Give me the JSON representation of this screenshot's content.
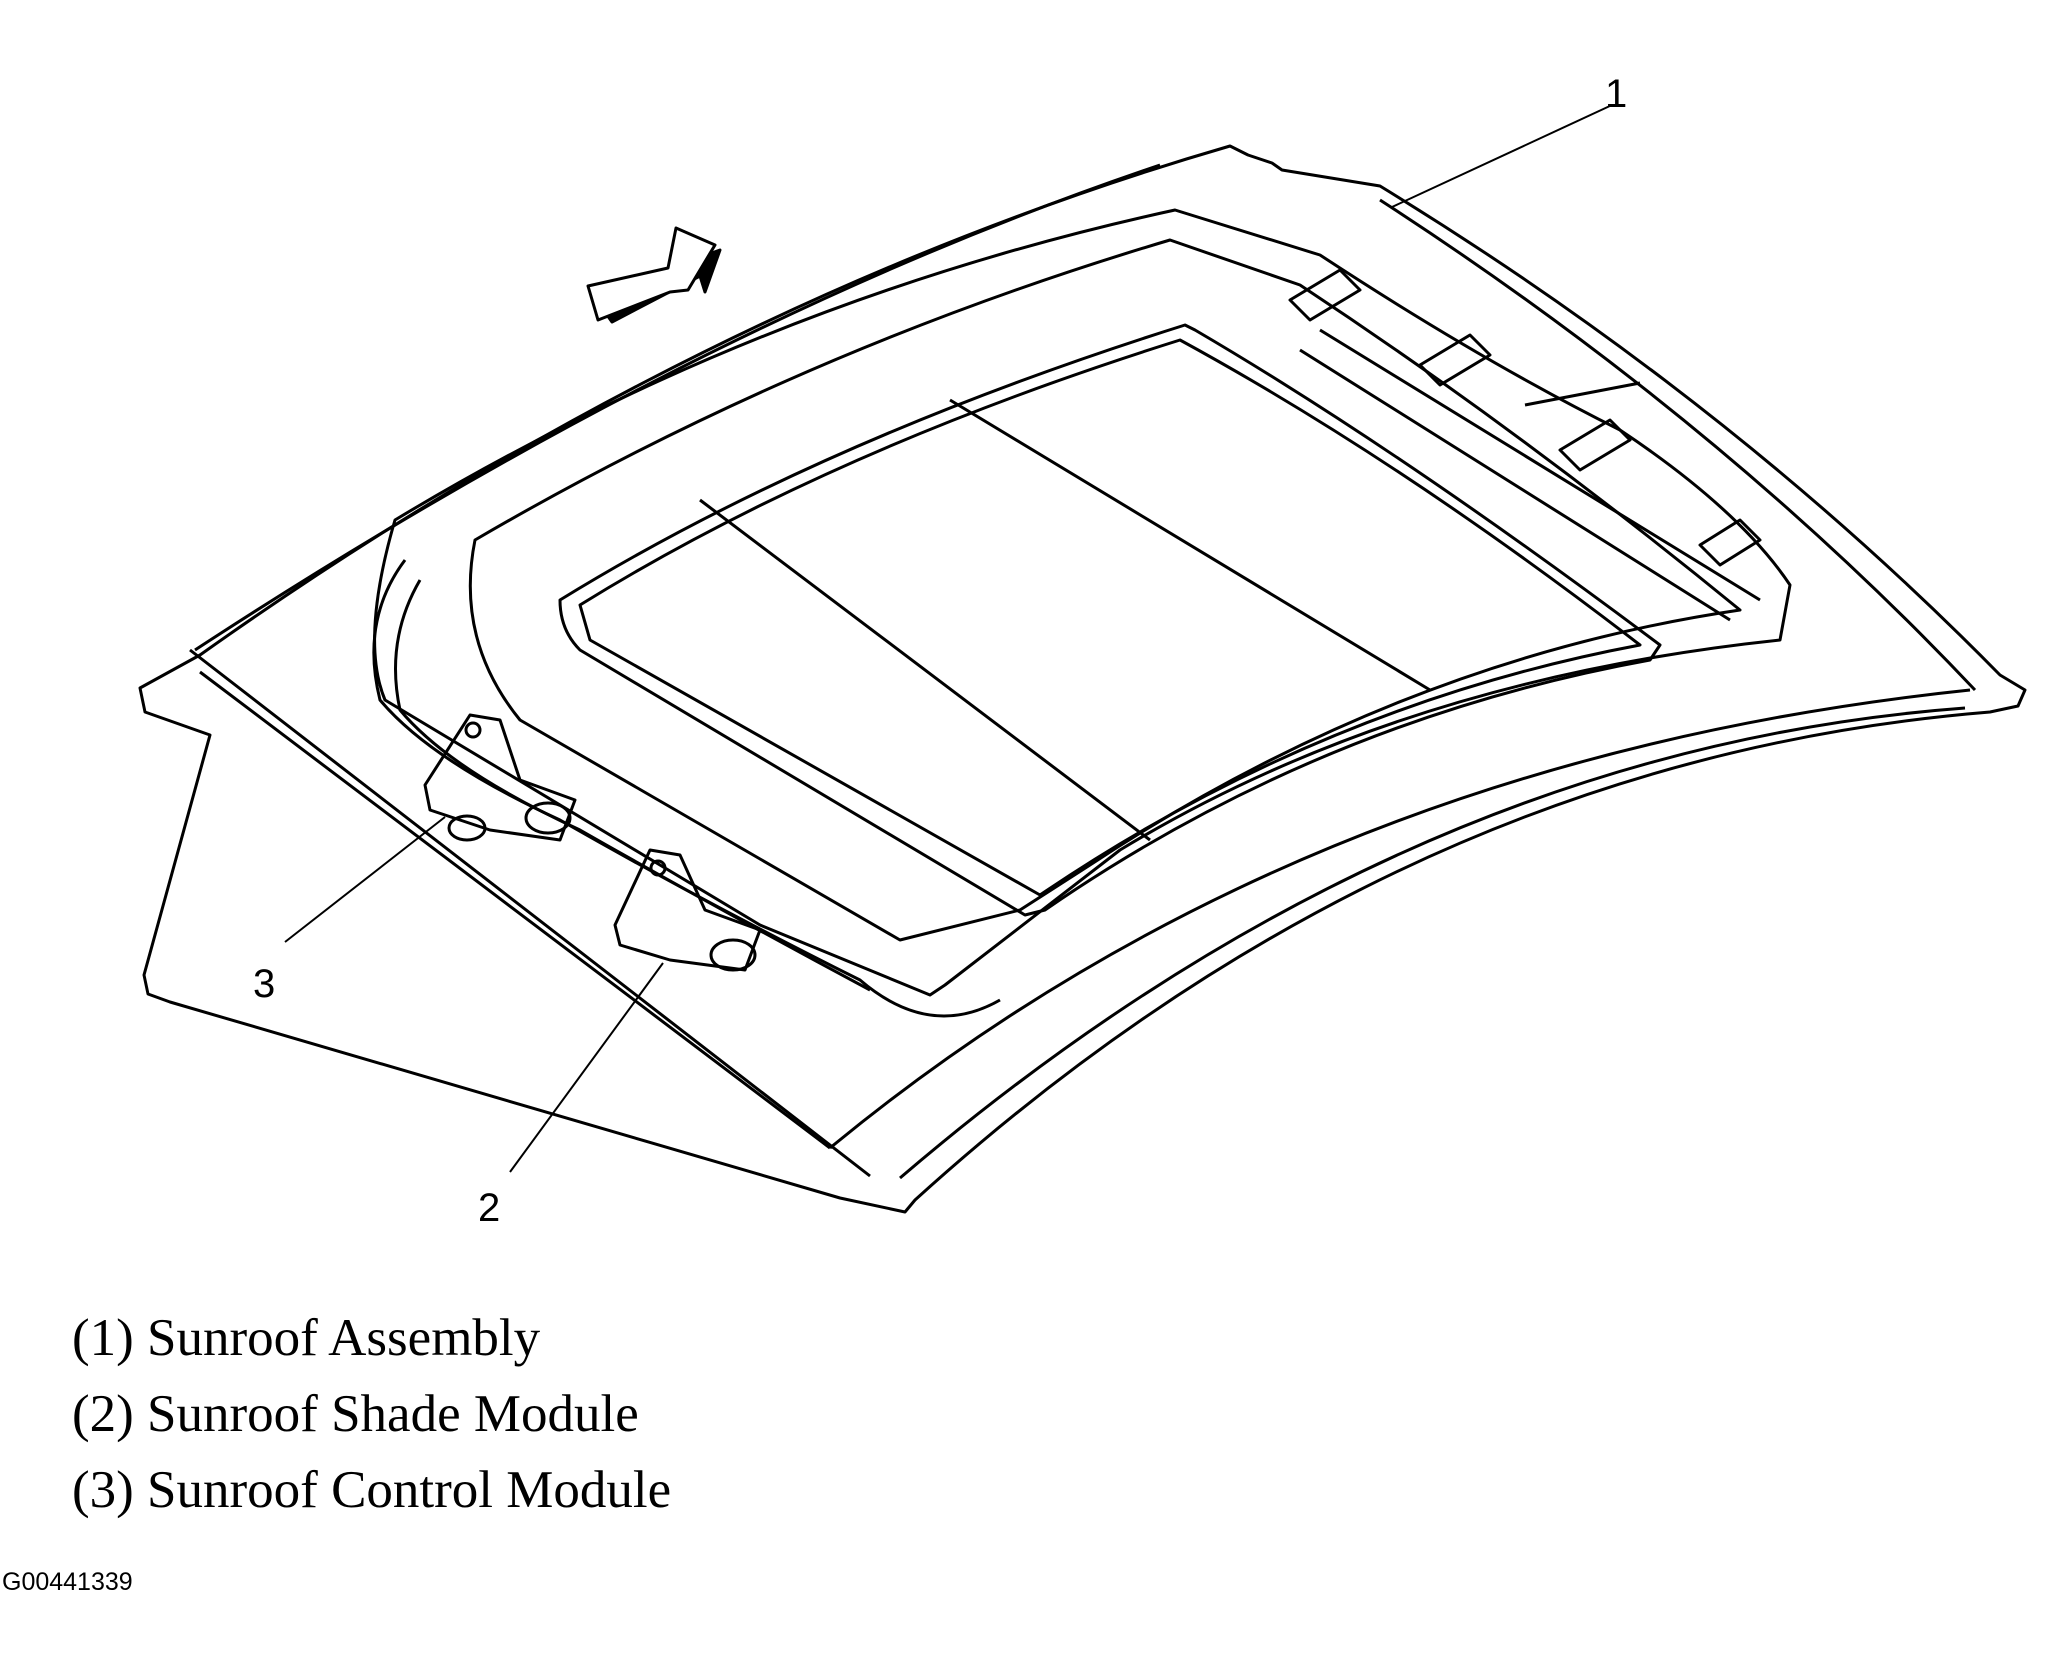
{
  "callouts": [
    {
      "num": "1",
      "target": "Sunroof Assembly"
    },
    {
      "num": "2",
      "target": "Sunroof Shade Module"
    },
    {
      "num": "3",
      "target": "Sunroof Control Module"
    }
  ],
  "legend": [
    {
      "text": "(1) Sunroof Assembly"
    },
    {
      "text": "(2) Sunroof Shade Module"
    },
    {
      "text": "(3) Sunroof Control Module"
    }
  ],
  "figure_id": "G00441339",
  "colors": {
    "line": "#000000",
    "background": "#ffffff",
    "arrow_face": "#ffffff",
    "arrow_shadow": "#000000"
  }
}
